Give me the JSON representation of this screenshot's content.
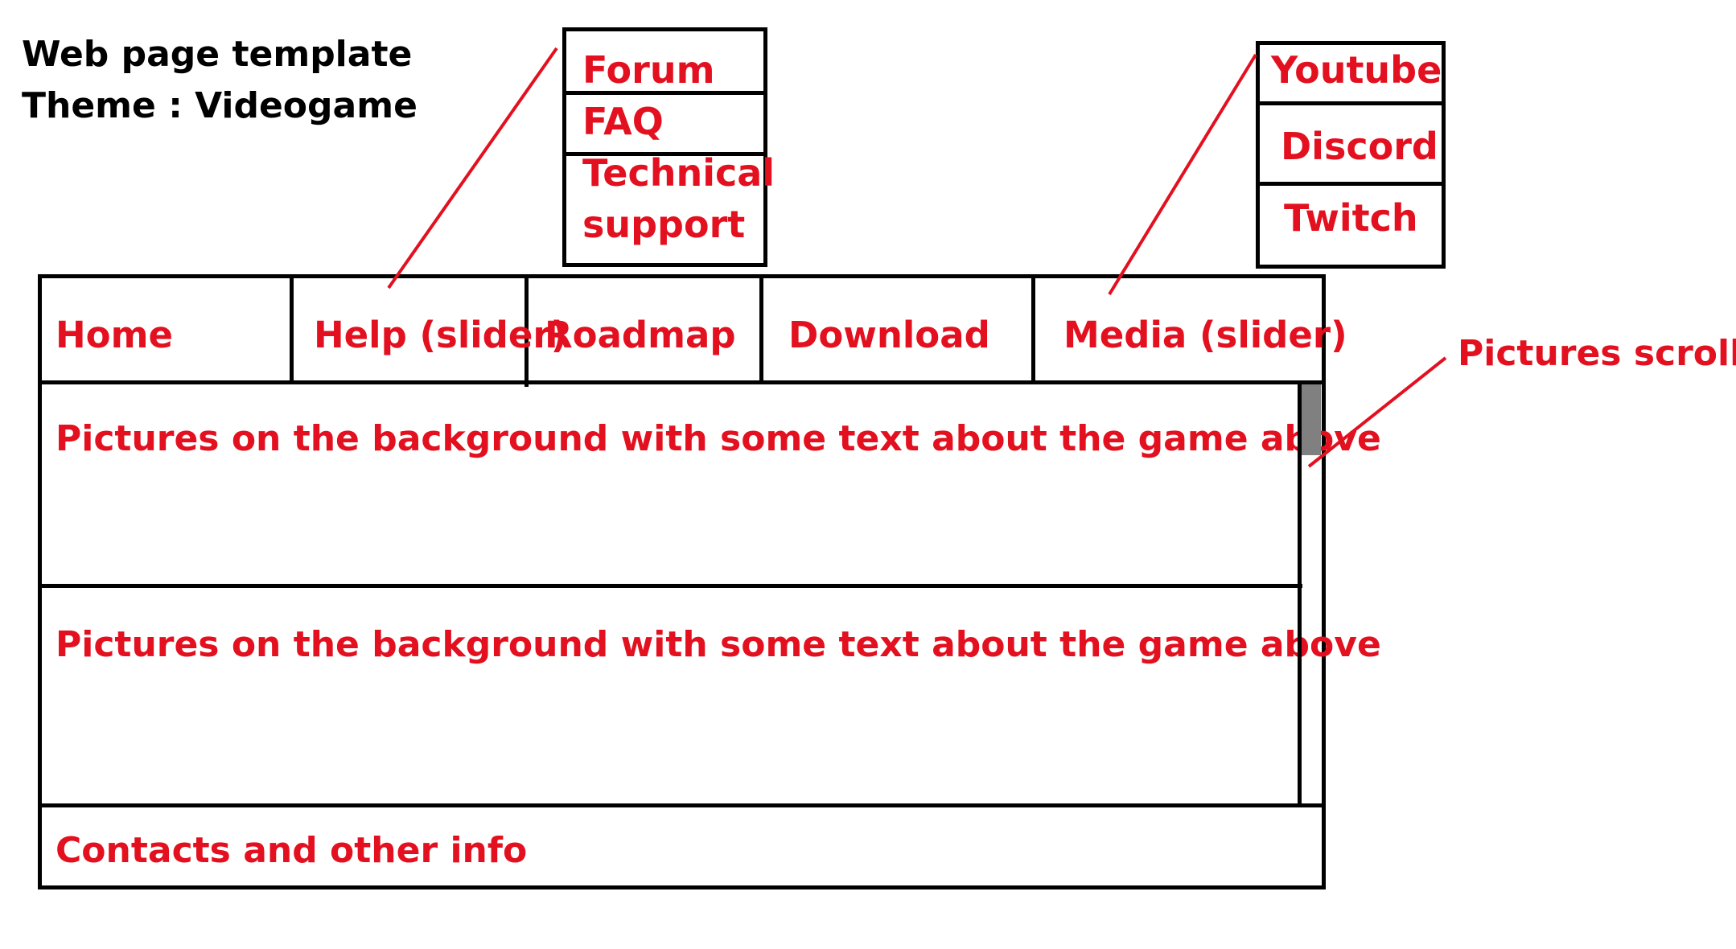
{
  "heading": {
    "line1": "Web page template",
    "line2": "Theme : Videogame"
  },
  "nav": {
    "home": "Home",
    "help": "Help (slider)",
    "roadmap": "Roadmap",
    "download": "Download",
    "media": "Media (slider)"
  },
  "help_menu": {
    "forum": "Forum",
    "faq": "FAQ",
    "technical_line1": "Technical",
    "technical_line2": "support"
  },
  "media_menu": {
    "youtube": "Youtube",
    "discord": "Discord",
    "twitch": "Twitch"
  },
  "content": {
    "section1": "Pictures on the background with some text about the game above",
    "section2": "Pictures on the background with some text about the game above"
  },
  "footer": {
    "text": "Contacts and other info"
  },
  "annotations": {
    "scroller_label": "Pictures scroller"
  },
  "colors": {
    "label": "#e3101f",
    "outline": "#000000",
    "scroller_thumb": "#808080"
  }
}
